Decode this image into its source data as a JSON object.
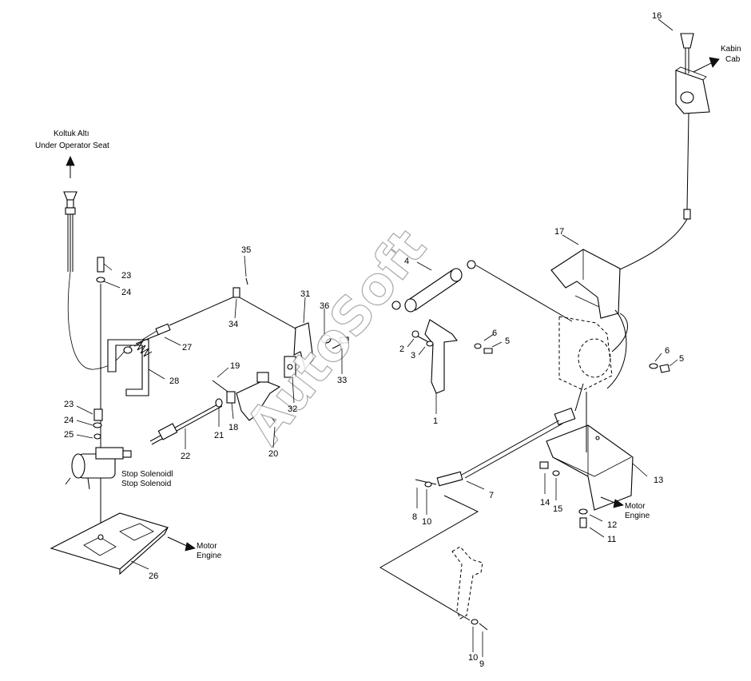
{
  "labels": {
    "seat_tr": "Koltuk Altı",
    "seat_en": "Under Operator Seat",
    "cab_tr": "Kabin",
    "cab_en": "Cab",
    "stop_tr": "Stop Solenoidl",
    "stop_en": "Stop Solenoid",
    "motor_left_tr": "Motor",
    "motor_left_en": "Engine",
    "motor_right_tr": "Motor",
    "motor_right_en": "Engine"
  },
  "watermark": "AutoSoft",
  "callouts": {
    "n1": "1",
    "n2": "2",
    "n3": "3",
    "n4": "4",
    "n5a": "5",
    "n5b": "5",
    "n6a": "6",
    "n6b": "6",
    "n7": "7",
    "n8": "8",
    "n9": "9",
    "n10a": "10",
    "n10b": "10",
    "n11": "11",
    "n12": "12",
    "n13": "13",
    "n14": "14",
    "n15": "15",
    "n16": "16",
    "n17": "17",
    "n18": "18",
    "n19": "19",
    "n20": "20",
    "n21": "21",
    "n22": "22",
    "n23a": "23",
    "n23b": "23",
    "n24a": "24",
    "n24b": "24",
    "n25": "25",
    "n26": "26",
    "n27": "27",
    "n28": "28",
    "n31": "31",
    "n32": "32",
    "n33": "33",
    "n34": "34",
    "n35": "35",
    "n36": "36"
  }
}
